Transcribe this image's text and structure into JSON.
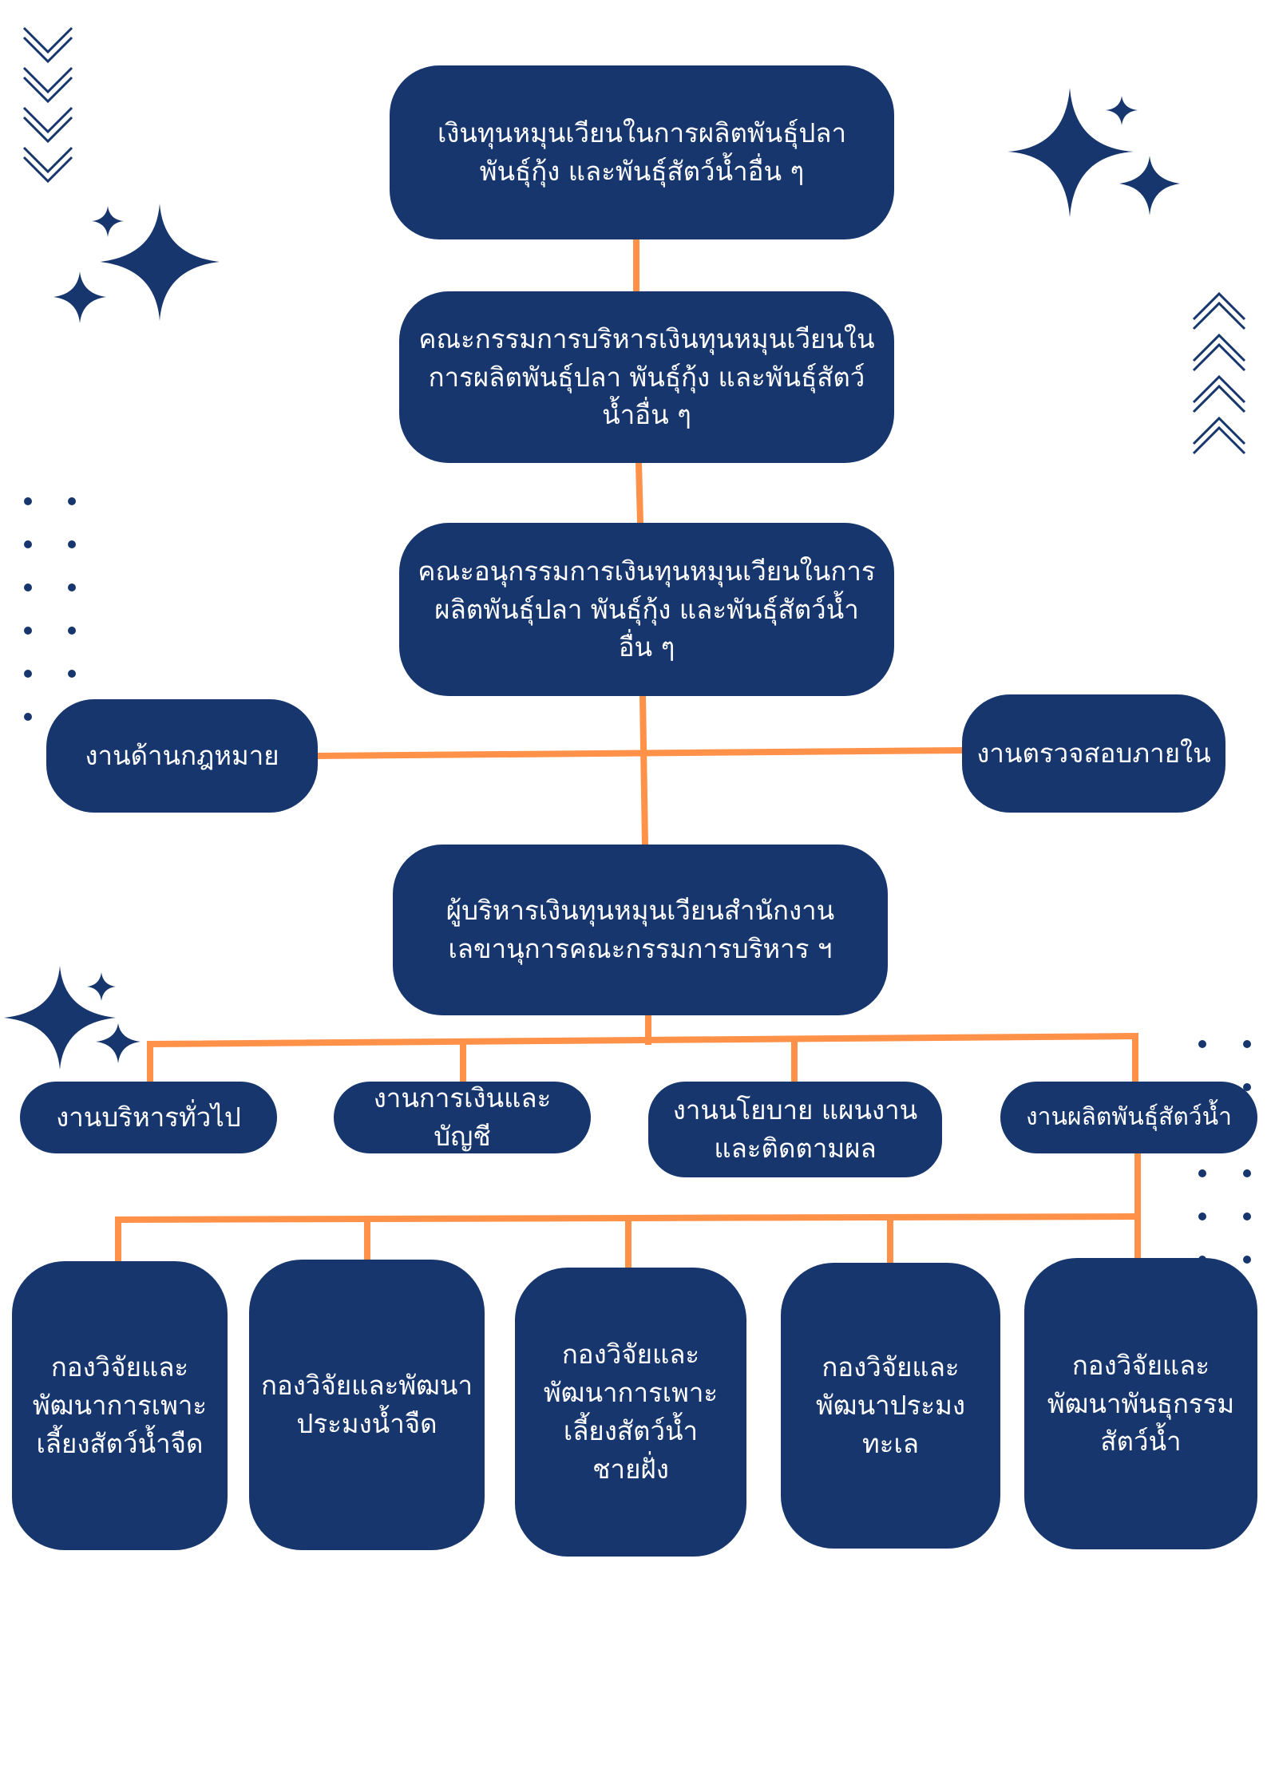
{
  "colors": {
    "node_fill": "#17366e",
    "node_text": "#ffffff",
    "connector": "#ff9148",
    "decoration": "#17366e",
    "background": "#ffffff"
  },
  "decorations": [
    "chevron-down-icon",
    "chevron-up-icon",
    "sparkle-icon",
    "dot-grid"
  ],
  "chart": {
    "level1": {
      "fund": "เงินทุนหมุนเวียนในการผลิตพันธุ์ปลา\nพันธุ์กุ้ง และพันธุ์สัตว์น้ำอื่น ๆ"
    },
    "level2": {
      "board": "คณะกรรมการบริหารเงินทุนหมุนเวียนใน\nการผลิตพันธุ์ปลา พันธุ์กุ้ง และพันธุ์สัตว์\nน้ำอื่น ๆ"
    },
    "level3": {
      "subcommittee": "คณะอนุกรรมการเงินทุนหมุนเวียนในการ\nผลิตพันธุ์ปลา พันธุ์กุ้ง และพันธุ์สัตว์น้ำ\nอื่น ๆ",
      "legal": "งานด้านกฎหมาย",
      "audit": "งานตรวจสอบภายใน"
    },
    "level4": {
      "executive": "ผู้บริหารเงินทุนหมุนเวียนสำนักงาน\nเลขานุการคณะกรรมการบริหาร ฯ"
    },
    "units": [
      "งานบริหารทั่วไป",
      "งานการเงินและบัญชี",
      "งานนโยบาย แผนงาน\nและติดตามผล",
      "งานผลิตพันธุ์สัตว์น้ำ"
    ],
    "divisions": [
      "กองวิจัยและ\nพัฒนาการเพาะ\nเลี้ยงสัตว์น้ำจืด",
      "กองวิจัยและพัฒนา\nประมงน้ำจืด",
      "กองวิจัยและ\nพัฒนาการเพาะ\nเลี้ยงสัตว์น้ำ\nชายฝั่ง",
      "กองวิจัยและ\nพัฒนาประมง\nทะเล",
      "กองวิจัยและ\nพัฒนาพันธุกรรม\nสัตว์น้ำ"
    ]
  }
}
